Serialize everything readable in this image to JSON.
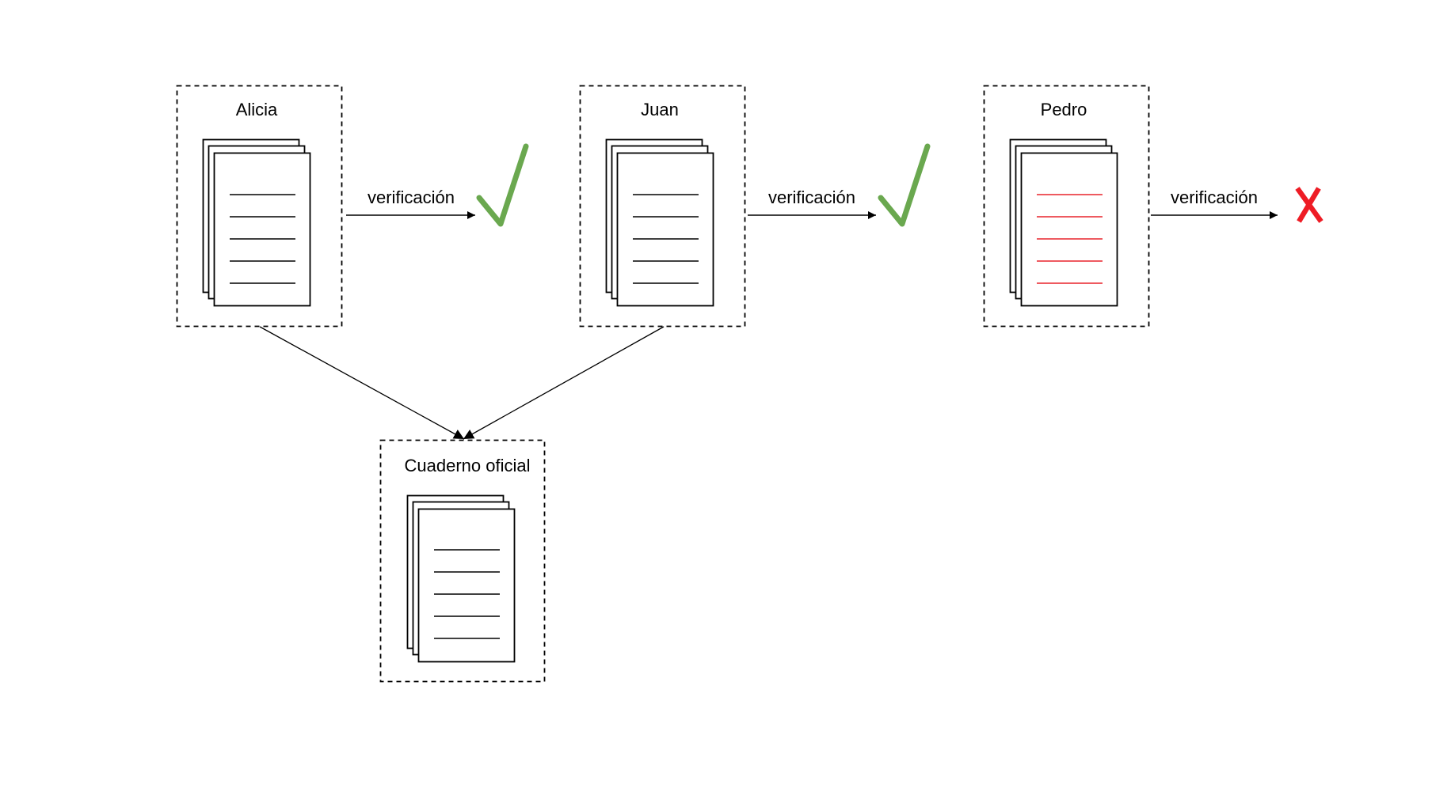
{
  "diagram": {
    "nodes": [
      {
        "id": "alicia",
        "label": "Alicia",
        "document_status": "valid"
      },
      {
        "id": "juan",
        "label": "Juan",
        "document_status": "valid"
      },
      {
        "id": "pedro",
        "label": "Pedro",
        "document_status": "invalid"
      },
      {
        "id": "cuaderno",
        "label": "Cuaderno oficial",
        "document_status": "official"
      }
    ],
    "verifications": [
      {
        "from": "alicia",
        "label": "verificación",
        "result": "check-icon"
      },
      {
        "from": "juan",
        "label": "verificación",
        "result": "check-icon"
      },
      {
        "from": "pedro",
        "label": "verificación",
        "result": "cross-icon"
      }
    ],
    "merges": [
      {
        "from": "alicia",
        "to": "cuaderno"
      },
      {
        "from": "juan",
        "to": "cuaderno"
      }
    ],
    "colors": {
      "valid_check": "#6aa84f",
      "invalid_cross": "#ee1c25",
      "invalid_lines": "#e8242c",
      "text": "#000000"
    }
  }
}
